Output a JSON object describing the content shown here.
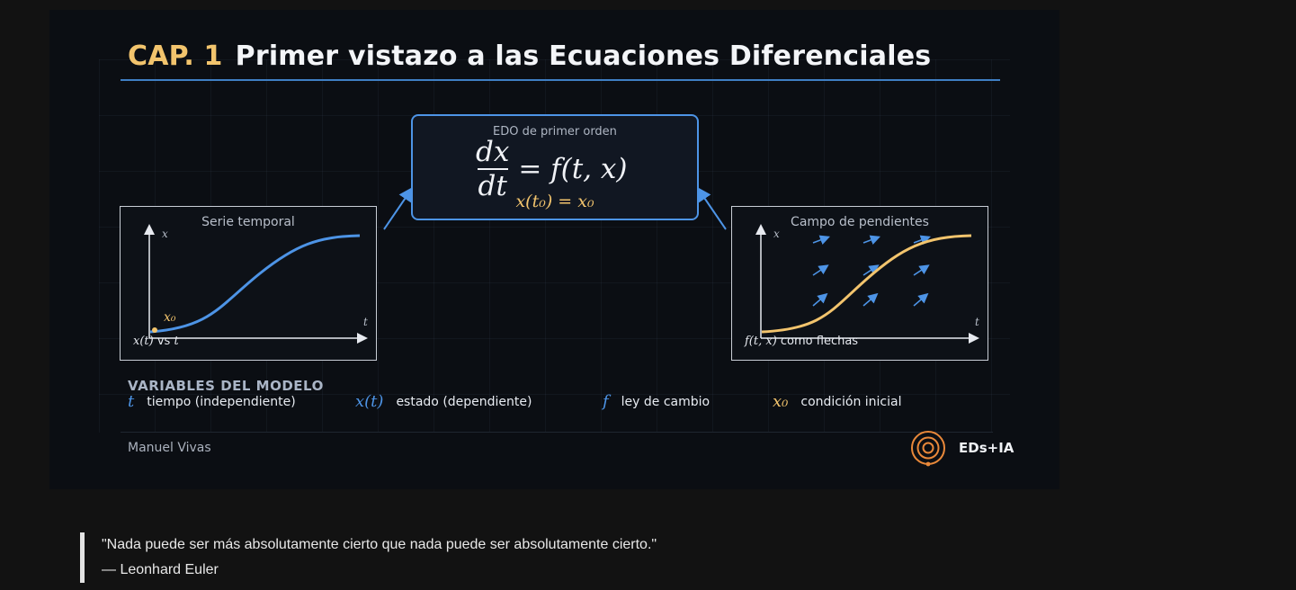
{
  "slide": {
    "chapter": "CAP. 1",
    "title": "Primer vistazo a las Ecuaciones Diferenciales"
  },
  "equation": {
    "caption": "EDO de primer orden",
    "numerator": "dx",
    "denominator": "dt",
    "rhs": "= f(t, x)",
    "initial_condition": "x(t₀) = x₀"
  },
  "left_panel": {
    "title": "Serie temporal",
    "y_label": "x",
    "x_label": "t",
    "point_label": "x₀",
    "caption_math": "x(t)",
    "caption_text": " vs ",
    "caption_var": "t",
    "curve_color": "#4d94e6"
  },
  "right_panel": {
    "title": "Campo de pendientes",
    "y_label": "x",
    "x_label": "t",
    "caption_math": "f(t, x)",
    "caption_text": " como flechas",
    "curve_color": "#f2c46d",
    "arrow_color": "#4d94e6"
  },
  "variables": {
    "heading": "VARIABLES DEL MODELO",
    "items": [
      {
        "symbol": "t",
        "desc": "tiempo (independiente)",
        "color": "#4d94e6"
      },
      {
        "symbol": "x(t)",
        "desc": "estado (dependiente)",
        "color": "#4d94e6"
      },
      {
        "symbol": "f",
        "desc": "ley de cambio",
        "color": "#4d94e6"
      },
      {
        "symbol": "x₀",
        "desc": "condición inicial",
        "color": "#f2c46d"
      }
    ]
  },
  "footer": {
    "author": "Manuel Vivas",
    "brand": "EDs+IA",
    "logo_color": "#e8883a"
  },
  "quote": {
    "text": "\"Nada puede ser más absolutamente cierto que nada puede ser absolutamente cierto.\"",
    "author": "— Leonhard Euler"
  }
}
